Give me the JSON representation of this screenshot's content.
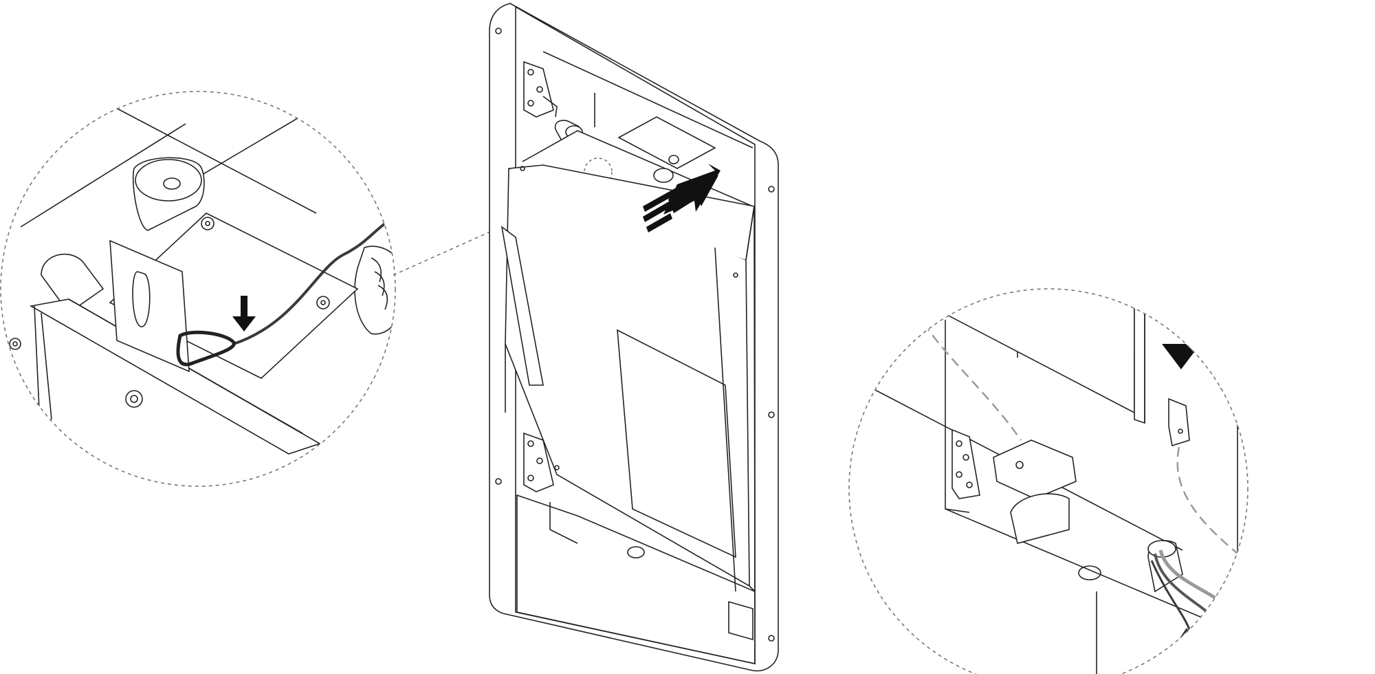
{
  "diagram": {
    "kind": "installation-illustration",
    "text_labels": [],
    "colors": {
      "line": "#222222",
      "arrow": "#111111",
      "leader": "#777777",
      "hidden_path": "#9a9a9a",
      "cable": "#3a3a3a",
      "background": "#ffffff"
    },
    "panels": [
      {
        "id": "detail-left",
        "role": "magnified view of safety cable and carabiner clip"
      },
      {
        "id": "main-unit",
        "role": "wall recess frame with hinged unit"
      },
      {
        "id": "detail-right",
        "role": "magnified view of lower hinge and cable entry"
      }
    ],
    "arrows": [
      {
        "id": "push-arrow",
        "direction": "up-right",
        "style": "dashed-tail"
      },
      {
        "id": "clip-arrow",
        "direction": "down",
        "style": "solid"
      },
      {
        "id": "slide-arrow",
        "direction": "down",
        "style": "dashed-tail"
      }
    ],
    "icons": [
      "carabiner-icon",
      "screw-icon",
      "cable-gland-icon",
      "hinge-icon",
      "pipe-icon"
    ]
  }
}
